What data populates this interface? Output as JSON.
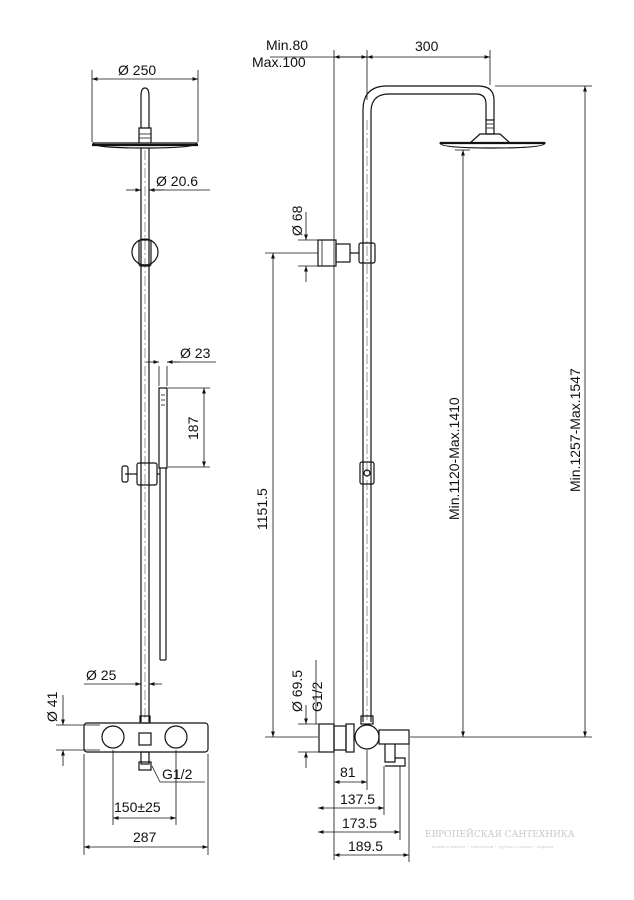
{
  "front_view": {
    "head_diameter": "Ø 250",
    "pipe_diameter": "Ø 20.6",
    "hand_shower_diameter": "Ø 23",
    "hand_shower_length": "187",
    "pipe_bottom_diameter": "Ø 25",
    "body_height": "Ø 41",
    "inlet_thread": "G1/2",
    "inlet_spacing": "150±25",
    "body_width": "287"
  },
  "side_view": {
    "wall_offset": "Min.80",
    "wall_offset_max": "Max.100",
    "arm_length": "300",
    "bracket_diameter": "Ø 68",
    "bracket_height": "1151.5",
    "head_height": "Min.1120-Max.1410",
    "total_height": "Min.1257-Max.1547",
    "escutcheon_diameter": "Ø 69.5",
    "side_thread": "G1/2",
    "depth_1": "81",
    "depth_2": "137.5",
    "depth_3": "173.5",
    "depth_4": "189.5"
  },
  "watermark": {
    "title": "ЕВРОПЕЙСКАЯ САНТЕХНИКА",
    "subtitle": "ванны и ванные • смесители • трубки и смывы • сифоны"
  }
}
